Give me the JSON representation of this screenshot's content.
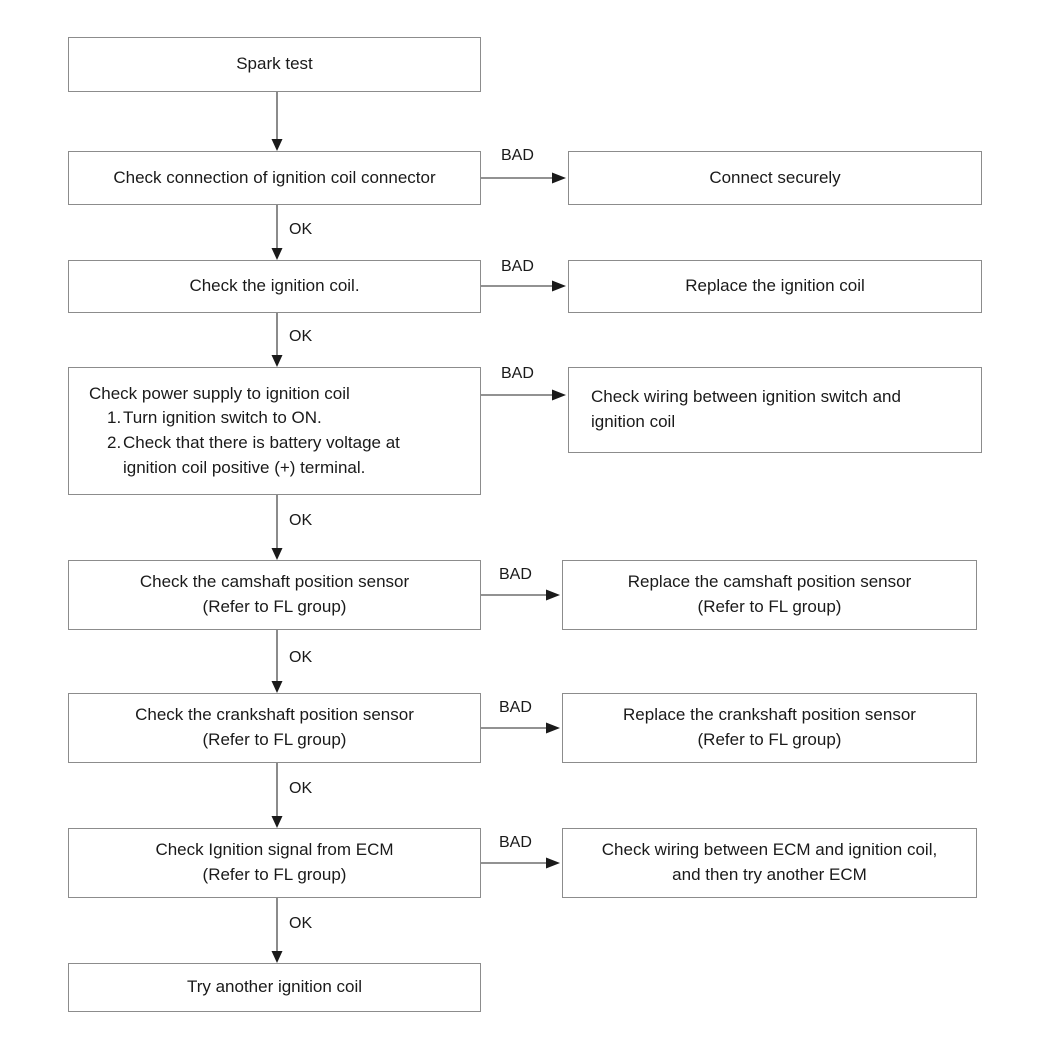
{
  "diagram": {
    "title": "Spark test troubleshooting flowchart",
    "type": "flowchart",
    "colors": {
      "box_border": "#8c8c8c",
      "connector": "#6e6e6e",
      "arrowhead": "#1a1a1a",
      "background": "#ffffff",
      "text": "#1a1a1a"
    },
    "labels": {
      "ok": "OK",
      "bad": "BAD"
    },
    "main_nodes": [
      {
        "id": "n1",
        "text": "Spark test"
      },
      {
        "id": "n2",
        "text": "Check connection of ignition coil connector"
      },
      {
        "id": "n3",
        "text": "Check the ignition coil."
      },
      {
        "id": "n4",
        "title": "Check power supply to ignition coil",
        "steps": [
          {
            "num": "1.",
            "text": "Turn ignition switch to ON."
          },
          {
            "num": "2.",
            "text": "Check that there is battery voltage at\nignition coil positive (+) terminal."
          }
        ]
      },
      {
        "id": "n5",
        "text": "Check the camshaft position sensor\n(Refer to FL group)"
      },
      {
        "id": "n6",
        "text": "Check the crankshaft position sensor\n(Refer to FL group)"
      },
      {
        "id": "n7",
        "text": "Check Ignition signal from ECM\n(Refer to FL group)"
      },
      {
        "id": "n8",
        "text": "Try another ignition coil"
      }
    ],
    "bad_nodes": [
      {
        "id": "b2",
        "text": "Connect securely"
      },
      {
        "id": "b3",
        "text": "Replace the ignition coil"
      },
      {
        "id": "b4",
        "text": "Check wiring between ignition switch and\nignition coil"
      },
      {
        "id": "b5",
        "text": "Replace the camshaft position sensor\n(Refer to FL group)"
      },
      {
        "id": "b6",
        "text": "Replace the crankshaft position sensor\n(Refer to FL group)"
      },
      {
        "id": "b7",
        "text": "Check wiring between ECM and ignition coil,\nand then try another ECM"
      }
    ],
    "ok_edges": [
      {
        "from": "n1",
        "to": "n2",
        "label": ""
      },
      {
        "from": "n2",
        "to": "n3",
        "label": "OK"
      },
      {
        "from": "n3",
        "to": "n4",
        "label": "OK"
      },
      {
        "from": "n4",
        "to": "n5",
        "label": "OK"
      },
      {
        "from": "n5",
        "to": "n6",
        "label": "OK"
      },
      {
        "from": "n6",
        "to": "n7",
        "label": "OK"
      },
      {
        "from": "n7",
        "to": "n8",
        "label": "OK"
      }
    ],
    "bad_edges": [
      {
        "from": "n2",
        "to": "b2",
        "label": "BAD"
      },
      {
        "from": "n3",
        "to": "b3",
        "label": "BAD"
      },
      {
        "from": "n4",
        "to": "b4",
        "label": "BAD"
      },
      {
        "from": "n5",
        "to": "b5",
        "label": "BAD"
      },
      {
        "from": "n6",
        "to": "b6",
        "label": "BAD"
      },
      {
        "from": "n7",
        "to": "b7",
        "label": "BAD"
      }
    ]
  }
}
